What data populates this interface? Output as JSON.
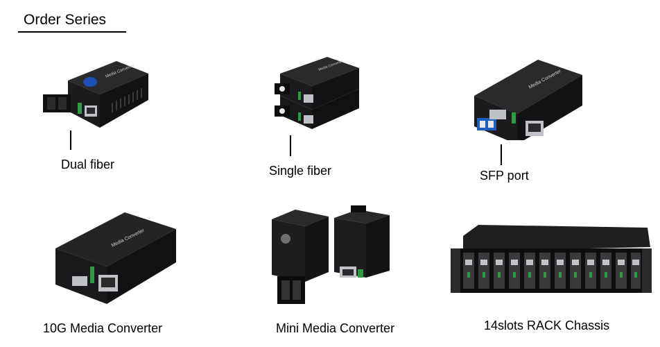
{
  "header": {
    "title": "Order Series"
  },
  "colors": {
    "device_body": "#1b1b1d",
    "device_top": "#232326",
    "device_side": "#111113",
    "port_grey": "#bfc3c7",
    "led_green": "#2f9a44",
    "sfp_blue": "#1f5fbf",
    "rack_face": "#0f0f10"
  },
  "device_label": "Media Converter",
  "products": [
    {
      "name": "dual-fiber",
      "caption": "Dual fiber",
      "icon": "media-converter-dual-fiber"
    },
    {
      "name": "single-fiber",
      "caption": "Single fiber",
      "icon": "media-converter-single-fiber-pair"
    },
    {
      "name": "sfp-port",
      "caption": "SFP port",
      "icon": "media-converter-sfp"
    },
    {
      "name": "10g-media-converter",
      "caption": "10G Media Converter",
      "icon": "media-converter-10g"
    },
    {
      "name": "mini-media-converter",
      "caption": "Mini Media Converter",
      "icon": "mini-media-converter-pair"
    },
    {
      "name": "rack-chassis",
      "caption": "14slots RACK Chassis",
      "icon": "rack-chassis-14-slots"
    }
  ]
}
